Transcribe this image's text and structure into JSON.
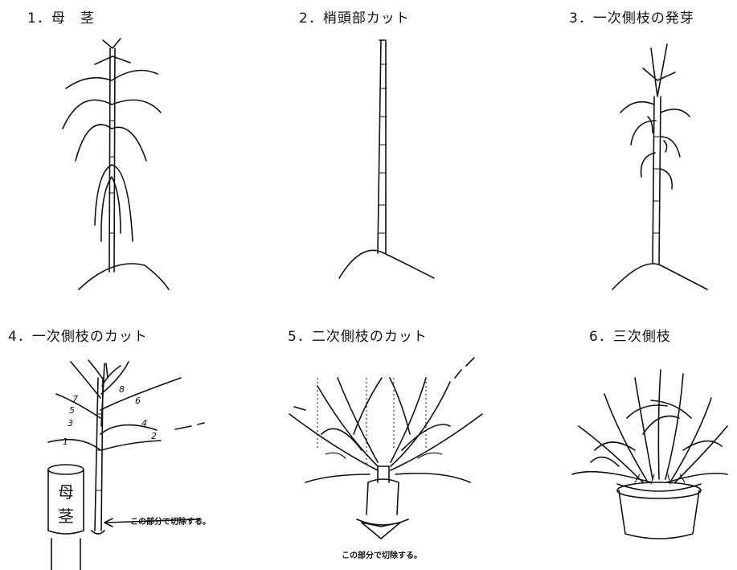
{
  "panels": [
    {
      "title": "1．母　茎"
    },
    {
      "title": "2．梢頭部カット"
    },
    {
      "title": "3．一次側枝の発芽"
    },
    {
      "title": "4．一次側枝のカット",
      "mother_label_1": "母",
      "mother_label_2": "茎",
      "note": "この部分で切除する。",
      "branch_numbers": [
        "1",
        "2",
        "3",
        "4",
        "5",
        "6",
        "7",
        "8"
      ]
    },
    {
      "title": "5．二次側枝のカット",
      "note": "この部分で切除する。"
    },
    {
      "title": "6．三次側枝"
    }
  ]
}
